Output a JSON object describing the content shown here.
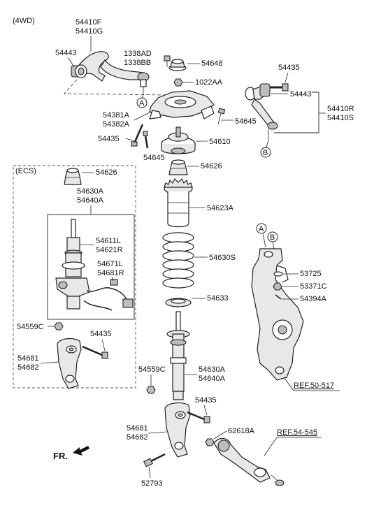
{
  "variant_label": "(4WD)",
  "ecs_label": "(ECS)",
  "front_label": "FR.",
  "ref_knuckle": "REF.50-517",
  "ref_lower_arm": "REF.54-545",
  "callouts": {
    "a": "A",
    "b": "B"
  },
  "labels": {
    "upper_arm_left_1": "54410F",
    "upper_arm_left_2": "54410G",
    "bushing_left": "54443",
    "bolt_1338AD": "1338AD",
    "bolt_1338BB": "1338BB",
    "cap_54648": "54648",
    "nut_1022AA": "1022AA",
    "bolt_right_54435": "54435",
    "bushing_right": "54443",
    "upper_arm_right_1": "54410R",
    "upper_arm_right_2": "54410S",
    "bracket_1": "54381A",
    "bracket_2": "54382A",
    "bolt_right_54645": "54645",
    "bolt_left_54435": "54435",
    "mount_54610": "54610",
    "bolt_54645": "54645",
    "bumper_ecs": "54626",
    "bumper_main": "54626",
    "strut_ecs_1": "54630A",
    "strut_ecs_2": "54640A",
    "dust_cover": "54623A",
    "inner_1": "54611L",
    "inner_2": "54621R",
    "sensor_1": "54671L",
    "sensor_2": "54681R",
    "spring": "54630S",
    "knuckle_top_1": "53725",
    "knuckle_top_2": "53371C",
    "knuckle_top_3": "54394A",
    "spring_pad": "54633",
    "nut_ecs": "54559C",
    "bolt_ecs": "54435",
    "fork_ecs_1": "54681",
    "fork_ecs_2": "54682",
    "nut_main": "54559C",
    "strut_main_1": "54630A",
    "strut_main_2": "54640A",
    "bolt_lower": "54435",
    "fork_main_1": "54681",
    "fork_main_2": "54682",
    "nut_62618A": "62618A",
    "bolt_52793": "52793"
  }
}
